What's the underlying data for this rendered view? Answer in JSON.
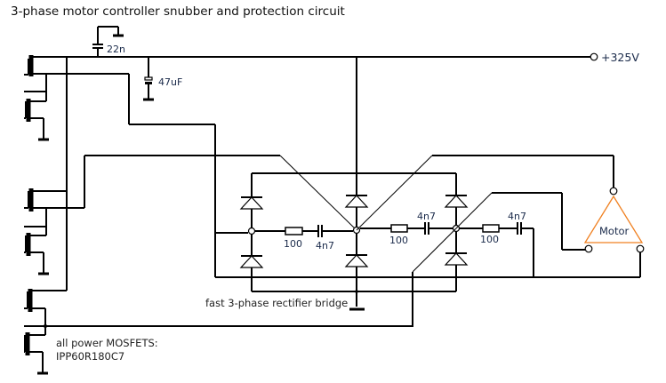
{
  "title": "3-phase motor controller snubber and protection circuit",
  "supply": {
    "label": "+325V"
  },
  "capacitors": {
    "c_top": "22n",
    "c_bulk": "47uF",
    "snubber_1": "4n7",
    "snubber_2": "4n7",
    "snubber_3": "4n7"
  },
  "resistors": {
    "r1": "100",
    "r2": "100",
    "r3": "100"
  },
  "bridge": {
    "label": "fast 3-phase rectifier bridge"
  },
  "motor": {
    "label": "Motor",
    "color": "#f08020"
  },
  "mosfets": {
    "note_line1": "all power MOSFETS:",
    "note_line2": "IPP60R180C7",
    "count": 6
  }
}
